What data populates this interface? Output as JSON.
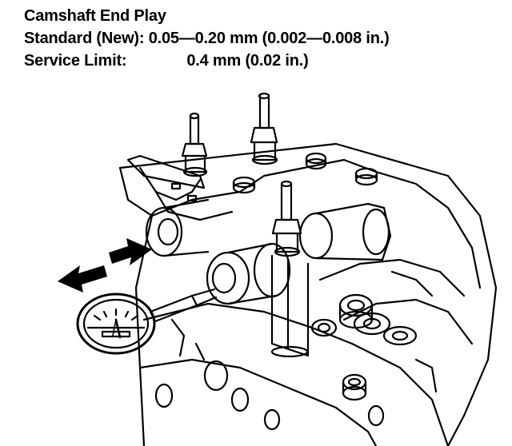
{
  "heading": {
    "title": "Camshaft End Play"
  },
  "specs": {
    "standard_label": "Standard (New):",
    "standard_value": "0.05—0.20 mm (0.002—0.008 in.)",
    "limit_label": "Service Limit:",
    "limit_value": "0.4 mm (0.02 in.)"
  },
  "colors": {
    "ink": "#000000",
    "paper": "#ffffff"
  },
  "icons": {
    "arrow": "double-arrow-icon",
    "gauge": "dial-indicator-icon"
  }
}
